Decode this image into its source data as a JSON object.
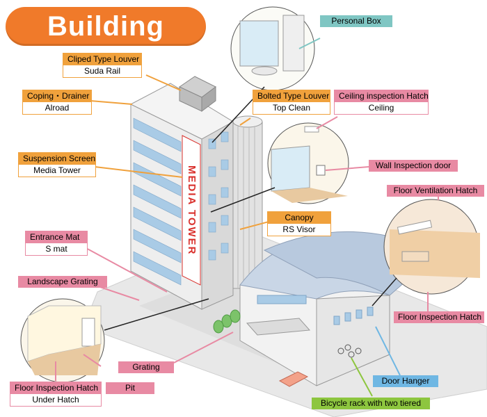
{
  "title": "Building",
  "sign_text": "MEDIA TOWER",
  "labels": {
    "cliped_louver": {
      "head": "Cliped Type Louver",
      "sub": "Suda Rail"
    },
    "coping_drainer": {
      "head": "Coping・Drainer",
      "sub": "Alroad"
    },
    "suspension_screen": {
      "head": "Suspension Screen",
      "sub": "Media Tower"
    },
    "entrance_mat": {
      "head": "Entrance Mat",
      "sub": "S mat"
    },
    "landscape_grating": {
      "head": "Landscape Grating"
    },
    "grating": {
      "head": "Grating"
    },
    "pit": {
      "head": "Pit"
    },
    "floor_inspection_hatch_left": {
      "head": "Floor Inspection Hatch",
      "sub": "Under Hatch"
    },
    "personal_box": {
      "head": "Personal Box"
    },
    "bolted_louver": {
      "head": "Bolted Type Louver",
      "sub": "Top Clean"
    },
    "ceiling_hatch": {
      "head": "Ceiling inspection Hatch",
      "sub": "Ceiling"
    },
    "wall_inspection_door": {
      "head": "Wall Inspection door"
    },
    "canopy": {
      "head": "Canopy",
      "sub": "RS Visor"
    },
    "floor_ventilation_hatch": {
      "head": "Floor Ventilation Hatch"
    },
    "floor_inspection_hatch_right": {
      "head": "Floor Inspection Hatch"
    },
    "door_hanger": {
      "head": "Door Hanger"
    },
    "bicycle_rack": {
      "head": "Bicycle rack with two tiered"
    }
  },
  "colors": {
    "orange": "#f0a13c",
    "pink": "#e88aa3",
    "teal": "#7fc6c3",
    "blue": "#6fb7e3",
    "green": "#8dc63f",
    "title_bg": "#f07a2a",
    "sign_red": "#d9302c"
  }
}
